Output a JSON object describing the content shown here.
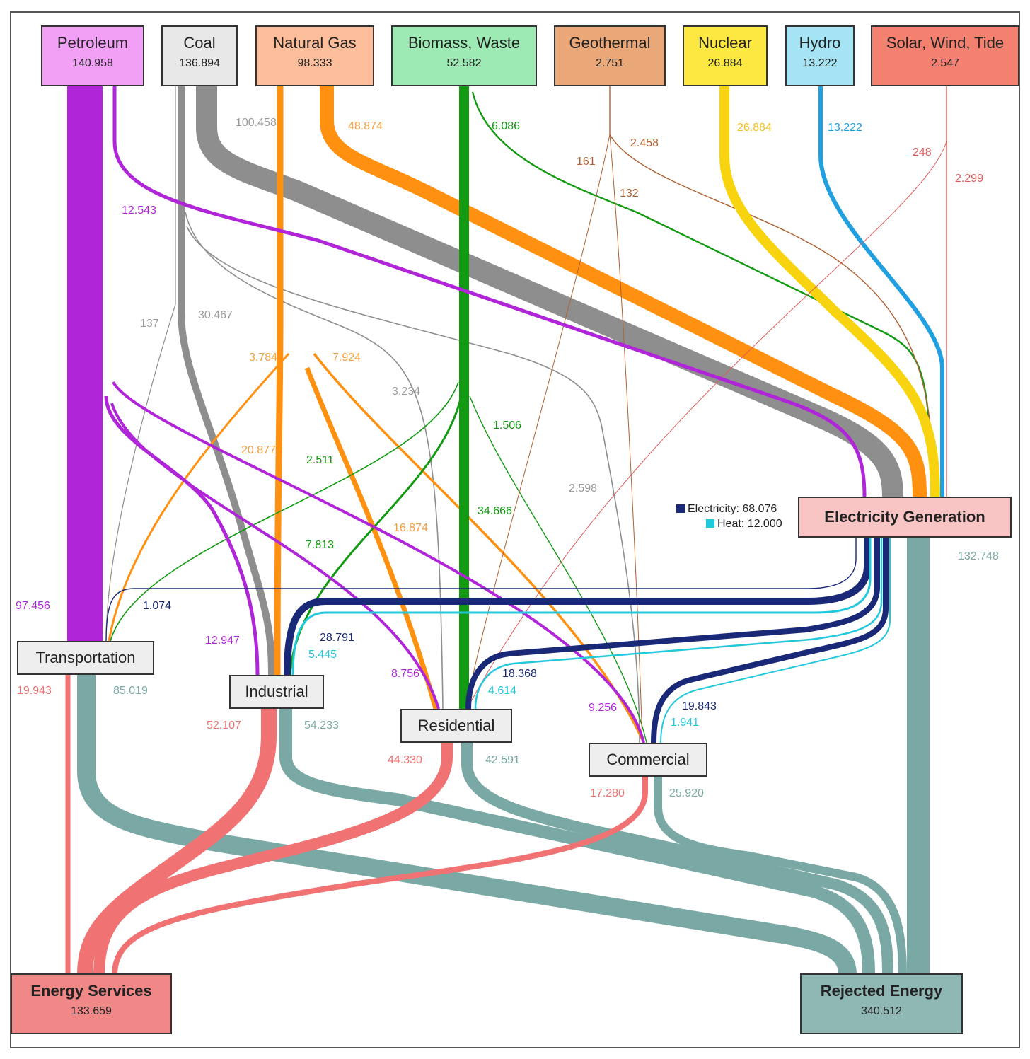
{
  "sources": [
    {
      "id": "petroleum",
      "name": "Petroleum",
      "value": "140.958",
      "color": "#f2a0f6"
    },
    {
      "id": "coal",
      "name": "Coal",
      "value": "136.894",
      "color": "#e8e8e8"
    },
    {
      "id": "natgas",
      "name": "Natural Gas",
      "value": "98.333",
      "color": "#fcbe9a"
    },
    {
      "id": "biomass",
      "name": "Biomass, Waste",
      "value": "52.582",
      "color": "#9eeab4"
    },
    {
      "id": "geothermal",
      "name": "Geothermal",
      "value": "2.751",
      "color": "#eaa878"
    },
    {
      "id": "nuclear",
      "name": "Nuclear",
      "value": "26.884",
      "color": "#fce840"
    },
    {
      "id": "hydro",
      "name": "Hydro",
      "value": "13.222",
      "color": "#a4e4f4"
    },
    {
      "id": "solar",
      "name": "Solar, Wind, Tide",
      "value": "2.547",
      "color": "#f48070"
    }
  ],
  "sectors": [
    {
      "id": "transportation",
      "name": "Transportation"
    },
    {
      "id": "industrial",
      "name": "Industrial"
    },
    {
      "id": "residential",
      "name": "Residential"
    },
    {
      "id": "commercial",
      "name": "Commercial"
    }
  ],
  "electricity_generation": {
    "name": "Electricity Generation",
    "color": "#f8c4c4"
  },
  "sinks": [
    {
      "id": "energy_services",
      "name": "Energy Services",
      "value": "133.659",
      "color": "#f08888"
    },
    {
      "id": "rejected_energy",
      "name": "Rejected Energy",
      "value": "340.512",
      "color": "#8fb8b4"
    }
  ],
  "legend": {
    "electricity": {
      "label": "Electricity: 68.076",
      "color": "#1a2878"
    },
    "heat": {
      "label": "Heat: 12.000",
      "color": "#22c8dc"
    }
  },
  "colors": {
    "petroleum": "#b025d8",
    "coal": "#8e8e8e",
    "natgas": "#ff9010",
    "biomass": "#129a12",
    "geothermal": "#b06030",
    "nuclear": "#f8d410",
    "hydro": "#20a0e0",
    "solar": "#e05a5a",
    "electricity": "#1a2878",
    "heat": "#22c8dc",
    "services": "#f07272",
    "rejected": "#7aa8a4"
  },
  "flows": [
    {
      "from": "Petroleum",
      "to": "Transportation",
      "value": "97.456"
    },
    {
      "from": "Petroleum",
      "to": "Electricity Generation",
      "value": "12.543"
    },
    {
      "from": "Petroleum",
      "to": "Industrial",
      "value": "12.947"
    },
    {
      "from": "Petroleum",
      "to": "Residential",
      "value": "8.756"
    },
    {
      "from": "Petroleum",
      "to": "Commercial",
      "value": "9.256"
    },
    {
      "from": "Coal",
      "to": "Electricity Generation",
      "value": "100.458"
    },
    {
      "from": "Coal",
      "to": "Transportation",
      "value": "137"
    },
    {
      "from": "Coal",
      "to": "Industrial",
      "value": "30.467"
    },
    {
      "from": "Coal",
      "to": "Residential",
      "value": "3.234"
    },
    {
      "from": "Coal",
      "to": "Commercial",
      "value": "2.598"
    },
    {
      "from": "Natural Gas",
      "to": "Electricity Generation",
      "value": "48.874"
    },
    {
      "from": "Natural Gas",
      "to": "Transportation",
      "value": "3.784"
    },
    {
      "from": "Natural Gas",
      "to": "Industrial",
      "value": "20.877"
    },
    {
      "from": "Natural Gas",
      "to": "Residential",
      "value": "16.874"
    },
    {
      "from": "Natural Gas",
      "to": "Commercial",
      "value": "7.924"
    },
    {
      "from": "Biomass, Waste",
      "to": "Electricity Generation",
      "value": "6.086"
    },
    {
      "from": "Biomass, Waste",
      "to": "Transportation",
      "value": "2.511"
    },
    {
      "from": "Biomass, Waste",
      "to": "Industrial",
      "value": "7.813"
    },
    {
      "from": "Biomass, Waste",
      "to": "Residential",
      "value": "34.666"
    },
    {
      "from": "Biomass, Waste",
      "to": "Commercial",
      "value": "1.506"
    },
    {
      "from": "Geothermal",
      "to": "Electricity Generation",
      "value": "2.458"
    },
    {
      "from": "Geothermal",
      "to": "Residential",
      "value": "161"
    },
    {
      "from": "Geothermal",
      "to": "Commercial",
      "value": "132"
    },
    {
      "from": "Nuclear",
      "to": "Electricity Generation",
      "value": "26.884"
    },
    {
      "from": "Hydro",
      "to": "Electricity Generation",
      "value": "13.222"
    },
    {
      "from": "Solar, Wind, Tide",
      "to": "Residential",
      "value": "248"
    },
    {
      "from": "Solar, Wind, Tide",
      "to": "Electricity Generation",
      "value": "2.299"
    },
    {
      "from": "Electricity Generation",
      "to": "Transportation",
      "value": "1.074"
    },
    {
      "from": "Electricity Generation",
      "to": "Industrial",
      "value": "28.791"
    },
    {
      "from": "Electricity Generation",
      "to": "Industrial (heat)",
      "value": "5.445"
    },
    {
      "from": "Electricity Generation",
      "to": "Residential",
      "value": "18.368"
    },
    {
      "from": "Electricity Generation",
      "to": "Residential (heat)",
      "value": "4.614"
    },
    {
      "from": "Electricity Generation",
      "to": "Commercial",
      "value": "19.843"
    },
    {
      "from": "Electricity Generation",
      "to": "Commercial (heat)",
      "value": "1.941"
    },
    {
      "from": "Electricity Generation",
      "to": "Rejected Energy",
      "value": "132.748"
    },
    {
      "from": "Transportation",
      "to": "Energy Services",
      "value": "19.943"
    },
    {
      "from": "Transportation",
      "to": "Rejected Energy",
      "value": "85.019"
    },
    {
      "from": "Industrial",
      "to": "Energy Services",
      "value": "52.107"
    },
    {
      "from": "Industrial",
      "to": "Rejected Energy",
      "value": "54.233"
    },
    {
      "from": "Residential",
      "to": "Energy Services",
      "value": "44.330"
    },
    {
      "from": "Residential",
      "to": "Rejected Energy",
      "value": "42.591"
    },
    {
      "from": "Commercial",
      "to": "Energy Services",
      "value": "17.280"
    },
    {
      "from": "Commercial",
      "to": "Rejected Energy",
      "value": "25.920"
    }
  ]
}
